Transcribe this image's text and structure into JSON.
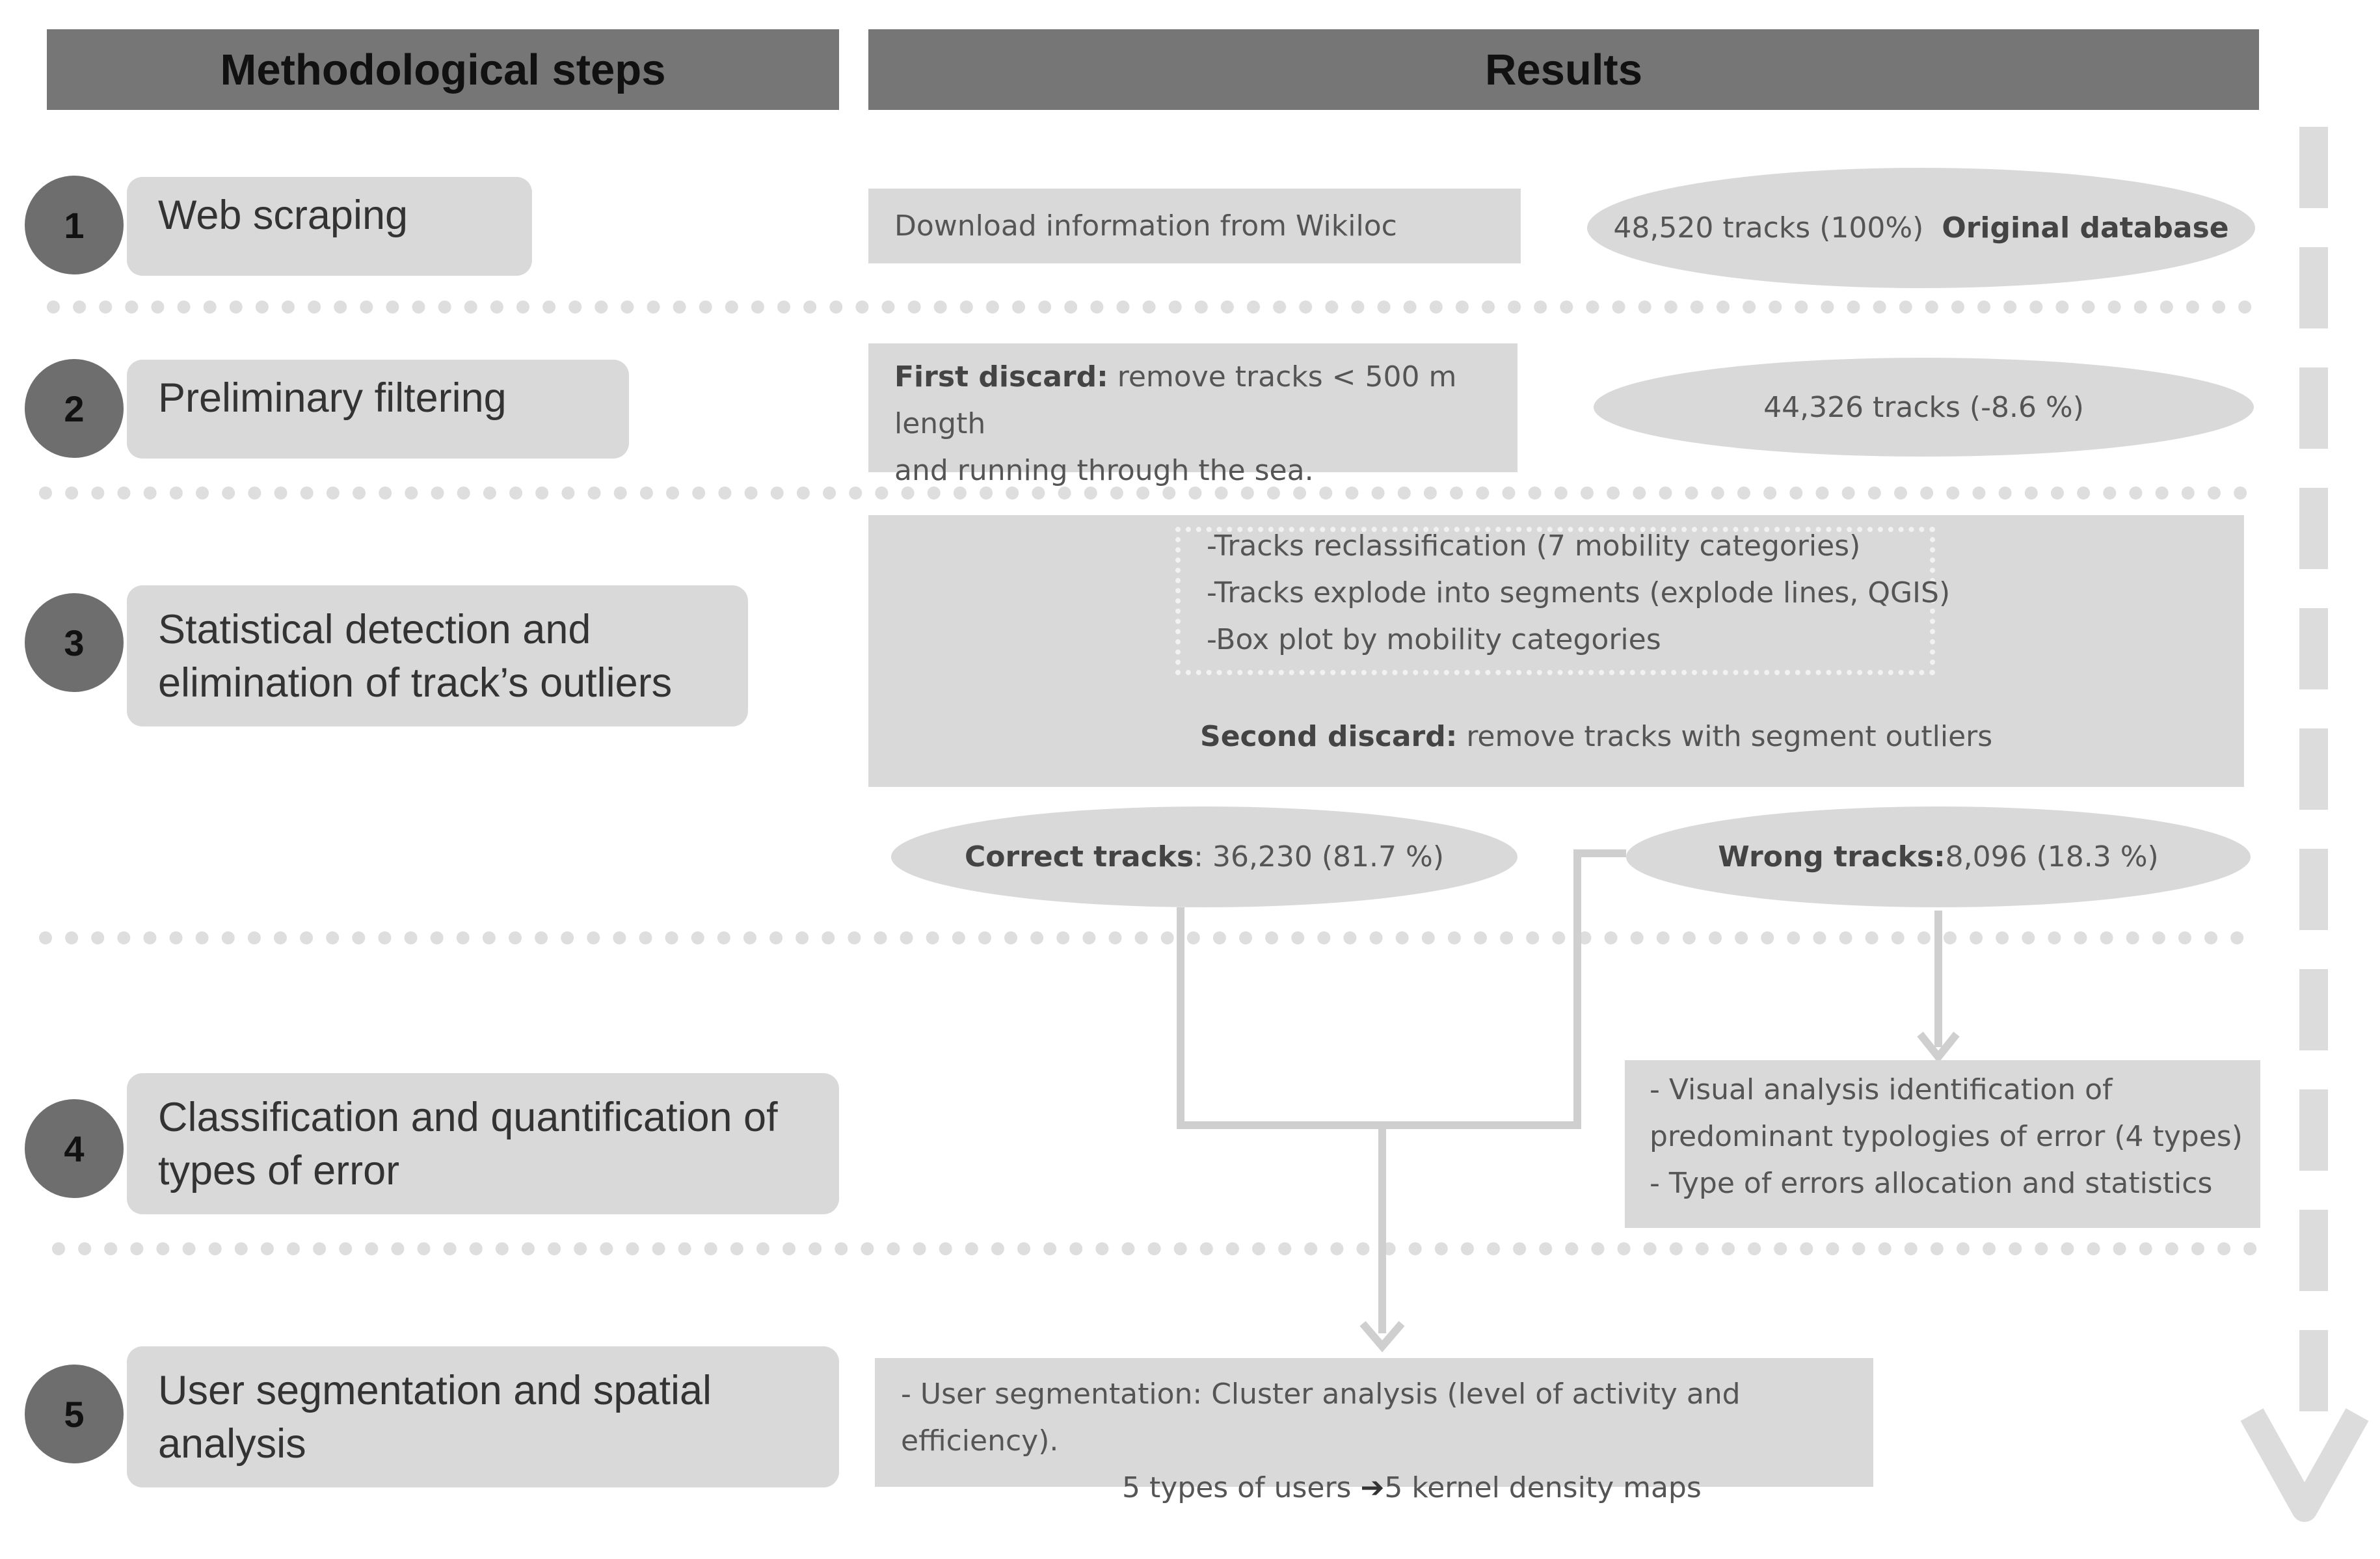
{
  "headers": {
    "left": "Methodological steps",
    "right": "Results"
  },
  "steps": [
    {
      "number": "1",
      "label_lines": [
        "Web scraping"
      ]
    },
    {
      "number": "2",
      "label_lines": [
        "Preliminary filtering"
      ]
    },
    {
      "number": "3",
      "label_lines": [
        "Statistical detection and",
        "elimination of track’s outliers"
      ]
    },
    {
      "number": "4",
      "label_lines": [
        "Classification and quantification of",
        "types of error"
      ]
    },
    {
      "number": "5",
      "label_lines": [
        "User segmentation and spatial",
        "analysis"
      ]
    }
  ],
  "results": {
    "download": "Download information from Wikiloc",
    "original_count": "48,520 tracks (100%)",
    "original_label": "Original database",
    "first_discard_label": "First discard:",
    "first_discard_text_1": "remove tracks < 500 m length",
    "first_discard_text_2": "and running through the sea.",
    "filtered_count": "44,326 tracks (-8.6 %)",
    "stat_items": [
      "-Tracks reclassification  (7 mobility  categories)",
      "-Tracks explode  into segments  (explode lines, QGIS)",
      "-Box plot by mobility  categories"
    ],
    "second_discard_label": "Second discard:",
    "second_discard_text": "remove tracks with segment  outliers",
    "correct_label": "Correct tracks",
    "correct_value": ": 36,230 (81.7 %)",
    "wrong_label": "Wrong tracks:",
    "wrong_value": " 8,096 (18.3 %)",
    "error_lines": [
      "- Visual analysis identification  of",
      "predominant typologies of error (4 types)",
      "- Type of errors allocation  and statistics"
    ],
    "segmentation_line_1": "- User segmentation:  Cluster  analysis (level of activity and efficiency).",
    "segmentation_line_2_a": "5 types of users ",
    "segmentation_arrow": "➔",
    "segmentation_line_2_b": "5 kernel density maps"
  },
  "colors": {
    "header_fill": "#767676",
    "box_fill": "#d9d9d9",
    "circle_fill": "#6e6e6e",
    "connector": "#cfcfcf",
    "separator": "#dedede"
  }
}
